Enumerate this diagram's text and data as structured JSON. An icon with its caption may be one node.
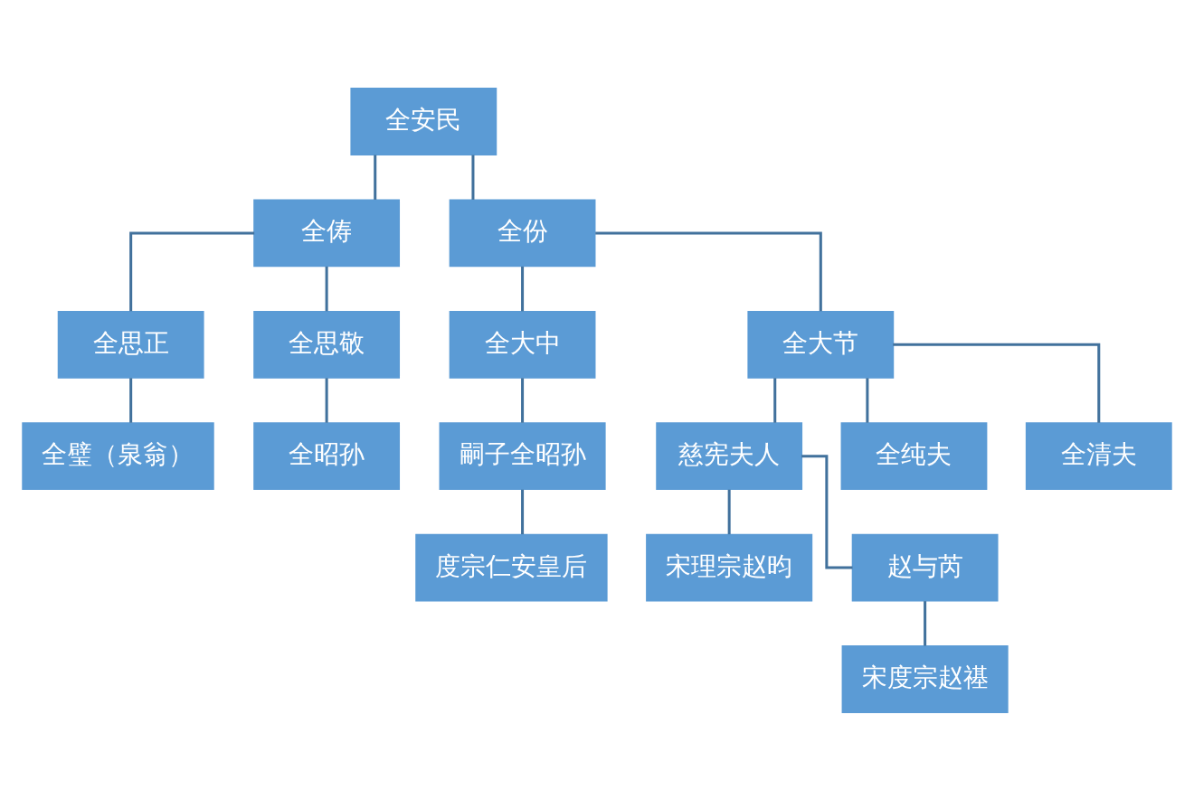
{
  "diagram": {
    "nodes": [
      {
        "text": [
          "全安民"
        ]
      },
      {
        "text": [
          "全俦"
        ]
      },
      {
        "text": [
          "全份"
        ]
      },
      {
        "text": [
          "全思正"
        ]
      },
      {
        "text": [
          "全思敬"
        ]
      },
      {
        "text": [
          "全大中"
        ]
      },
      {
        "text": [
          "全大节"
        ]
      },
      {
        "text": [
          "全璧（泉翁）"
        ]
      },
      {
        "text": [
          "全昭孙"
        ]
      },
      {
        "text": [
          "嗣子全昭孙"
        ]
      },
      {
        "text": [
          "慈宪夫人"
        ]
      },
      {
        "text": [
          "全纯夫"
        ]
      },
      {
        "text": [
          "全清夫"
        ]
      },
      {
        "text": [
          "度宗仁安皇后"
        ]
      },
      {
        "text": [
          "宋理宗赵昀"
        ]
      },
      {
        "text": [
          "赵与芮"
        ]
      },
      {
        "text": [
          "宋度宗赵禥"
        ]
      }
    ],
    "edges": [
      {
        "from": 0,
        "to": 1,
        "arrow": "none"
      },
      {
        "from": 0,
        "to": 2,
        "arrow": "none"
      },
      {
        "from": 1,
        "to": 3,
        "arrow": "none"
      },
      {
        "from": 1,
        "to": 4,
        "arrow": "none"
      },
      {
        "from": 2,
        "to": 5,
        "arrow": "none"
      },
      {
        "from": 2,
        "to": 6,
        "arrow": "none"
      },
      {
        "from": 3,
        "to": 7,
        "arrow": "none"
      },
      {
        "from": 4,
        "to": 8,
        "arrow": "none"
      },
      {
        "from": 5,
        "to": 9,
        "arrow": "none"
      },
      {
        "from": 6,
        "to": 10,
        "arrow": "none"
      },
      {
        "from": 6,
        "to": 11,
        "arrow": "none"
      },
      {
        "from": 6,
        "to": 12,
        "arrow": "none"
      },
      {
        "from": 9,
        "to": 13,
        "arrow": "none"
      },
      {
        "from": 10,
        "to": 14,
        "arrow": "none"
      },
      {
        "from": 10,
        "to": 15,
        "arrow": "none"
      },
      {
        "from": 15,
        "to": 16,
        "arrow": "none"
      }
    ]
  }
}
